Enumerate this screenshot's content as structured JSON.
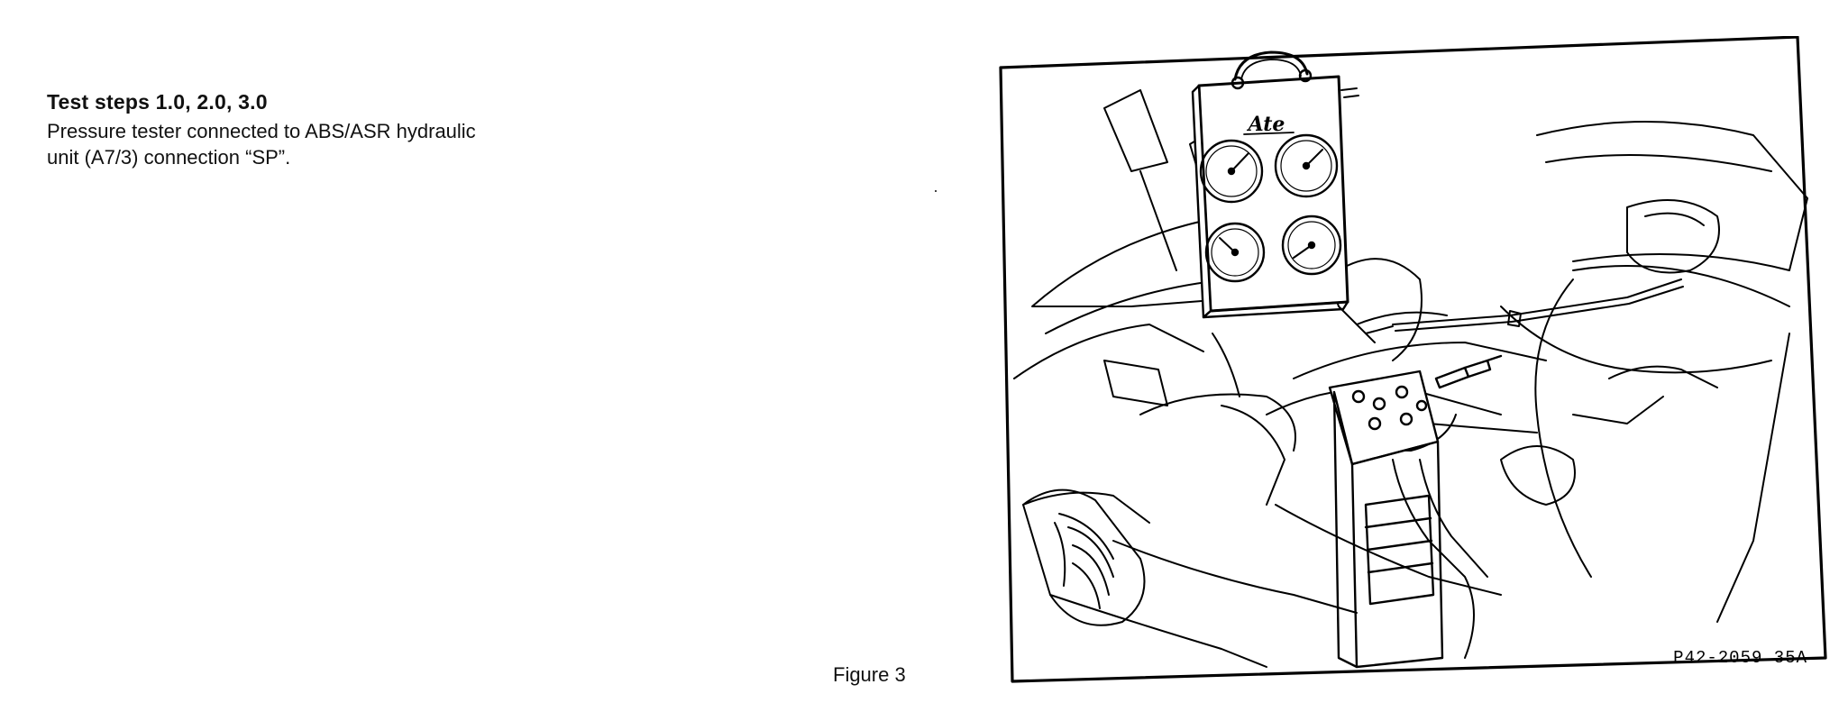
{
  "caption": {
    "title": "Test steps 1.0, 2.0, 3.0",
    "line1": "Pressure tester connected to ABS/ASR hydraulic",
    "line2": "unit (A7/3) connection “SP”."
  },
  "figure": {
    "label": "Figure 3",
    "brand_text": "Ate",
    "code": "P42-2059  35A"
  }
}
